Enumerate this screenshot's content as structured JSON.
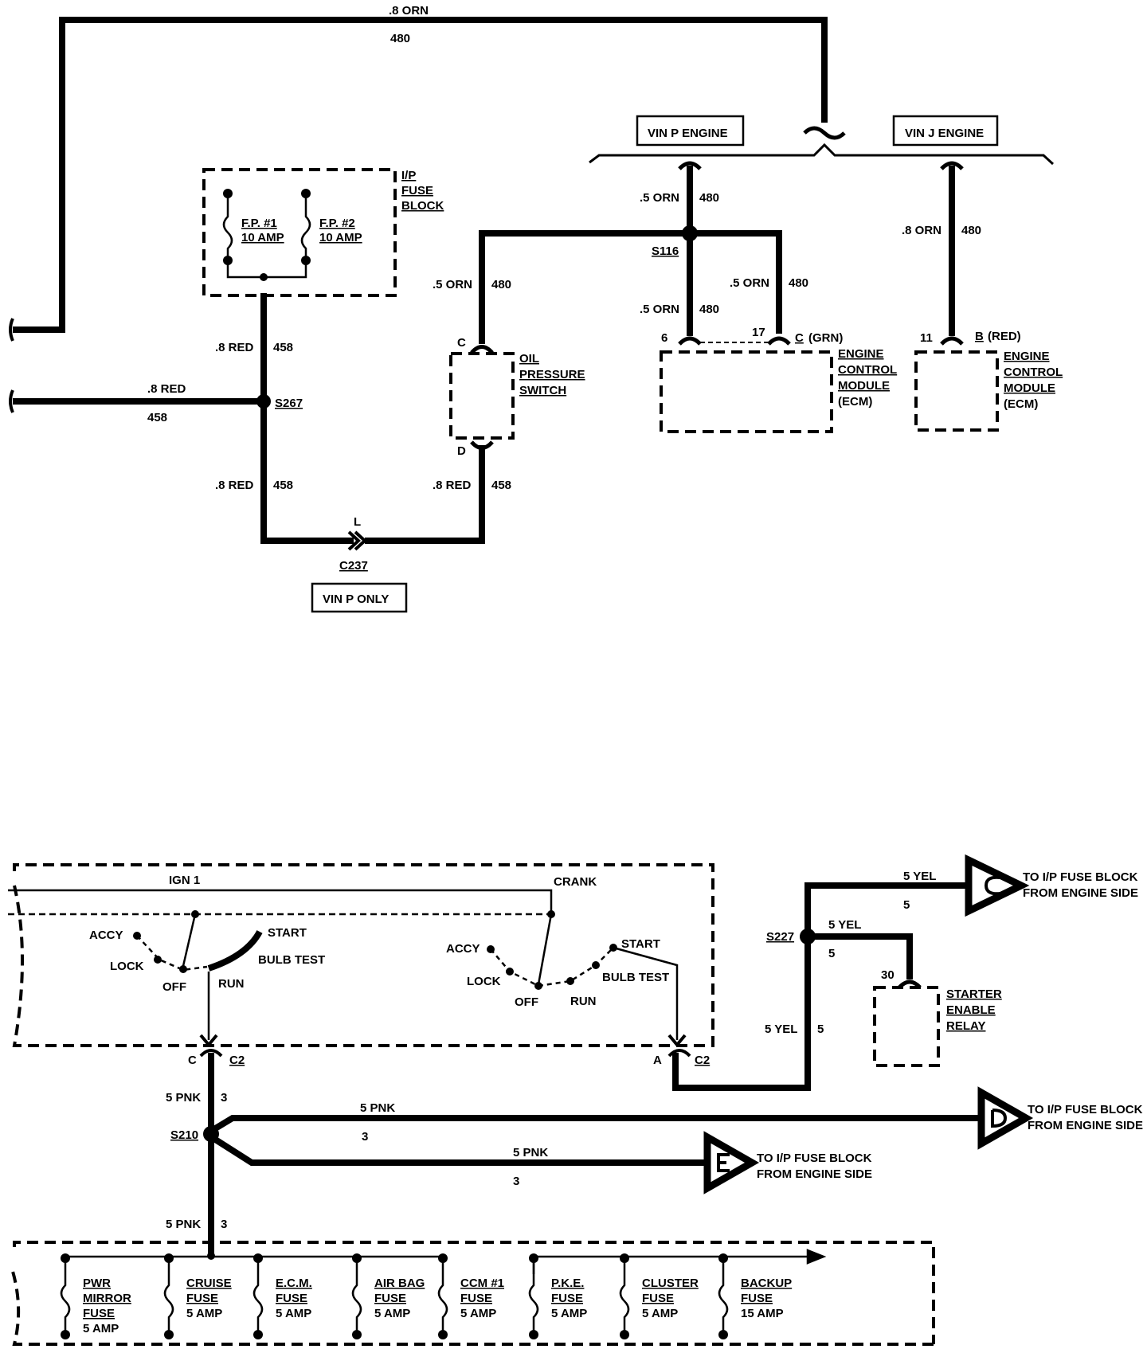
{
  "top": {
    "wire_top": {
      "gauge": ".8 ORN",
      "circuit": "480"
    },
    "vin_p_engine": "VIN P ENGINE",
    "vin_j_engine": "VIN J ENGINE",
    "ip_fuse_block": [
      "I/P",
      "FUSE",
      "BLOCK"
    ],
    "fp1": [
      "F.P. #1",
      "10 AMP"
    ],
    "fp2": [
      "F.P. #2",
      "10 AMP"
    ],
    "red_upper": {
      "gauge": ".8 RED",
      "circuit": "458"
    },
    "red_left": {
      "gauge": ".8 RED",
      "circuit": "458"
    },
    "splice_s267": "S267",
    "red_lower": {
      "gauge": ".8 RED",
      "circuit": "458"
    },
    "red_oil": {
      "gauge": ".8 RED",
      "circuit": "458"
    },
    "connector_c237": "C237",
    "c237_pin": "L",
    "vin_p_only": "VIN P ONLY",
    "orn_oil": {
      "gauge": ".5 ORN",
      "circuit": "480"
    },
    "oil_switch": [
      "OIL",
      "PRESSURE",
      "SWITCH"
    ],
    "oil_pin_top": "C",
    "oil_pin_bottom": "D",
    "orn_vinp_upper": {
      "gauge": ".5 ORN",
      "circuit": "480"
    },
    "splice_s116": "S116",
    "orn_vinp_lower": {
      "gauge": ".5 ORN",
      "circuit": "480"
    },
    "orn_ecm_right": {
      "gauge": ".5 ORN",
      "circuit": "480"
    },
    "ecm_p_pins": {
      "left": "6",
      "mid": "17",
      "right_pin": "C",
      "right_color": "(GRN)"
    },
    "ecm_label": [
      "ENGINE",
      "CONTROL",
      "MODULE",
      "(ECM)"
    ],
    "orn_vinj": {
      "gauge": ".8 ORN",
      "circuit": "480"
    },
    "ecm_j_pins": {
      "left": "11",
      "right_pin": "B",
      "right_color": "(RED)"
    },
    "ecm_j_label": [
      "ENGINE",
      "CONTROL",
      "MODULE",
      "(ECM)"
    ]
  },
  "bottom": {
    "ign1": "IGN 1",
    "crank": "CRANK",
    "sw1": {
      "accy": "ACCY",
      "lock": "LOCK",
      "off": "OFF",
      "run": "RUN",
      "start": "START",
      "bulb": "BULB TEST"
    },
    "sw2": {
      "accy": "ACCY",
      "lock": "LOCK",
      "off": "OFF",
      "run": "RUN",
      "start": "START",
      "bulb": "BULB TEST"
    },
    "c2_left": {
      "pin": "C",
      "conn": "C2"
    },
    "c2_right": {
      "pin": "A",
      "conn": "C2"
    },
    "yel_top": {
      "gauge": "5 YEL",
      "circuit": "5"
    },
    "to_fuse_c": [
      "TO I/P FUSE BLOCK",
      "FROM ENGINE SIDE"
    ],
    "splice_s227": "S227",
    "yel_relay": {
      "gauge": "5 YEL",
      "circuit": "5"
    },
    "relay_pin": "30",
    "relay_label": [
      "STARTER",
      "ENABLE",
      "RELAY"
    ],
    "yel_vert": {
      "gauge": "5 YEL",
      "circuit": "5"
    },
    "pnk_c2": {
      "gauge": "5 PNK",
      "circuit": "3"
    },
    "splice_s210": "S210",
    "pnk_d": {
      "gauge": "5 PNK",
      "circuit": "3"
    },
    "to_fuse_d": [
      "TO I/P FUSE BLOCK",
      "FROM ENGINE SIDE"
    ],
    "pnk_e": {
      "gauge": "5 PNK",
      "circuit": "3"
    },
    "to_fuse_e": [
      "TO I/P FUSE BLOCK",
      "FROM ENGINE SIDE"
    ],
    "pnk_fuse": {
      "gauge": "5 PNK",
      "circuit": "3"
    },
    "fuses": [
      {
        "lines": [
          "PWR",
          "MIRROR",
          "FUSE"
        ],
        "amp": "5 AMP"
      },
      {
        "lines": [
          "CRUISE",
          "FUSE"
        ],
        "amp": "5 AMP"
      },
      {
        "lines": [
          "E.C.M.",
          "FUSE"
        ],
        "amp": "5 AMP"
      },
      {
        "lines": [
          "AIR BAG",
          "FUSE"
        ],
        "amp": "5 AMP"
      },
      {
        "lines": [
          "CCM #1",
          "FUSE"
        ],
        "amp": "5 AMP"
      },
      {
        "lines": [
          "P.K.E.",
          "FUSE"
        ],
        "amp": "5 AMP"
      },
      {
        "lines": [
          "CLUSTER",
          "FUSE"
        ],
        "amp": "5 AMP"
      },
      {
        "lines": [
          "BACKUP",
          "FUSE"
        ],
        "amp": "15 AMP"
      }
    ]
  }
}
